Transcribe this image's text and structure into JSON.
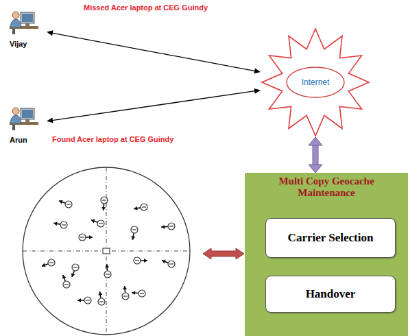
{
  "diagram": {
    "nodes": [
      {
        "text": [
          "Vijay"
        ]
      },
      {
        "text": [
          "Arun"
        ]
      },
      {
        "text": [
          "Internet"
        ]
      },
      {
        "text": [
          "Multi Copy Geocache Maintenance"
        ]
      },
      {
        "text": [
          "Carrier Selection"
        ],
        "in": 3
      },
      {
        "text": [
          "Handover"
        ],
        "in": 3
      }
    ],
    "edges": [
      {
        "from": 0,
        "to": 2,
        "arrow": "both"
      },
      {
        "from": 1,
        "to": 2,
        "arrow": "both"
      },
      {
        "from": 2,
        "to": 3,
        "arrow": "both"
      }
    ],
    "labels": [
      "Missed Acer laptop at CEG Guindy",
      "Found Acer laptop at CEG Guindy"
    ]
  }
}
